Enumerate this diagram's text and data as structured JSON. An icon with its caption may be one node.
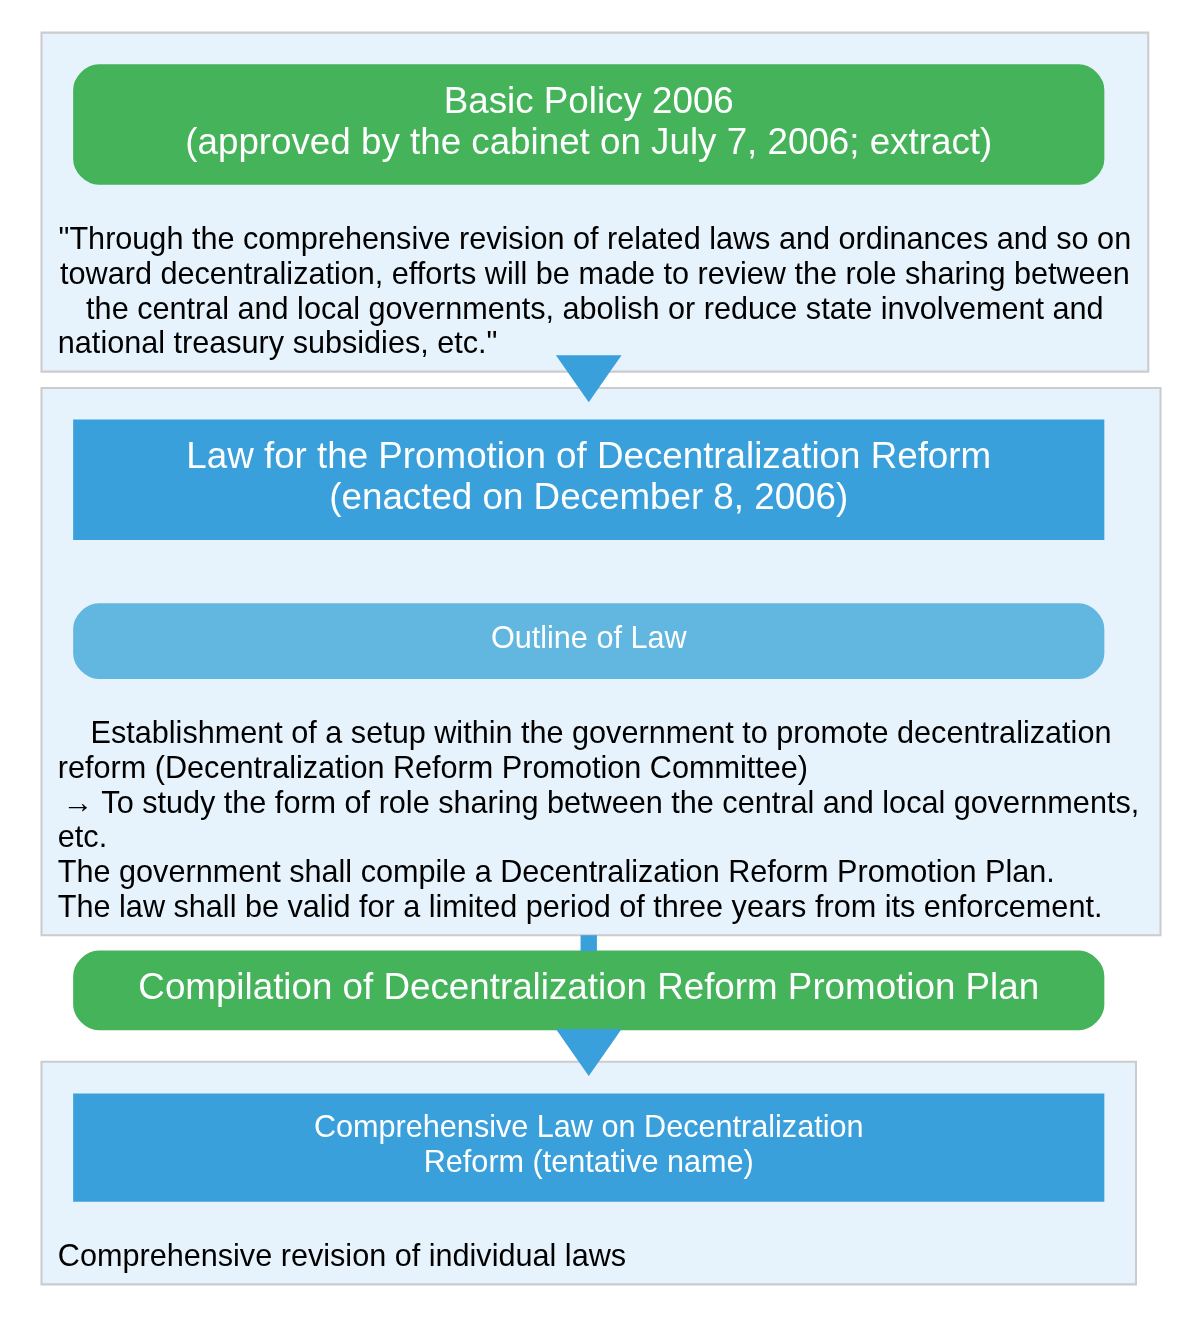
{
  "diagram": {
    "nodes": [
      {
        "text": [
          "\"Through the comprehensive revision of related laws and ordinances and so on toward decentralization, efforts will be made to review the role sharing between the central and local governments, abolish or reduce state involvement and national treasury subsidies, etc.\""
        ]
      },
      {
        "text": [
          "Basic Policy 2006",
          "(approved by the cabinet on July 7, 2006; extract)"
        ],
        "in": 0
      },
      {
        "text": [
          "Establishment of a setup within the government to promote decentralization reform (Decentralization Reform Promotion Committee)",
          "→ To study the form of role sharing between the central and local governments, etc.",
          "The government shall compile a Decentralization Reform Promotion Plan.",
          "The law shall be valid for a limited period of three years from its enforcement."
        ]
      },
      {
        "text": [
          "Law for the Promotion of Decentralization Reform",
          "(enacted on December 8, 2006)"
        ],
        "in": 2
      },
      {
        "text": [
          "Outline of Law"
        ],
        "in": 2
      },
      {
        "text": [
          "Compilation of Decentralization Reform Promotion Plan"
        ]
      },
      {
        "text": [
          "Comprehensive revision of individual laws"
        ]
      },
      {
        "text": [
          "Comprehensive Law on Decentralization Reform (tentative name)"
        ],
        "in": 6
      }
    ],
    "edges": [
      {
        "from": 0,
        "to": 2,
        "arrow": "to"
      },
      {
        "from": 2,
        "to": 5,
        "arrow": "none"
      },
      {
        "from": 5,
        "to": 6,
        "arrow": "to"
      }
    ]
  }
}
